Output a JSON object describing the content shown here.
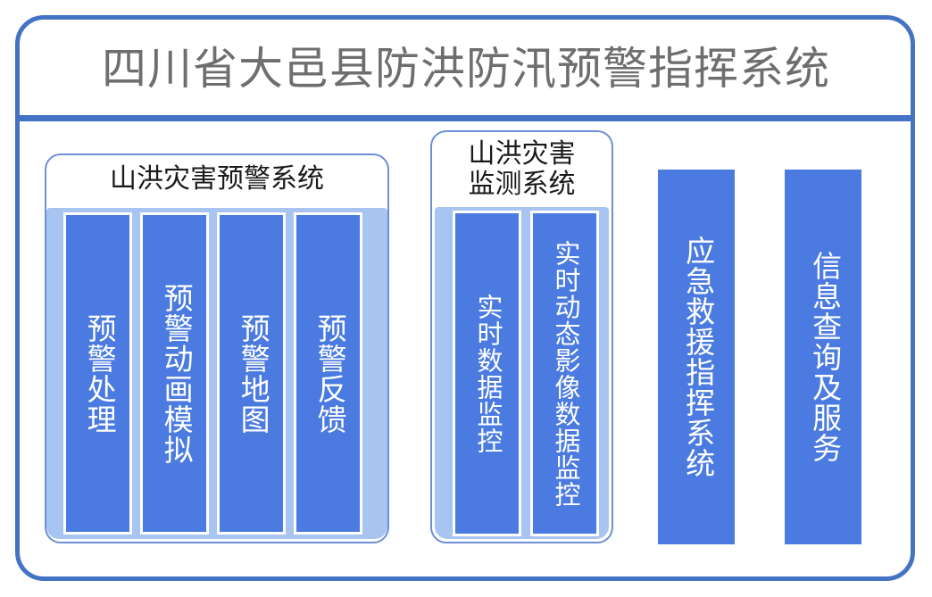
{
  "page": {
    "title": "四川省大邑县防洪防汛预警指挥系统",
    "accent_color": "#4472C4",
    "bar_color": "#4B7BE0",
    "panel_color": "#A8C4F0",
    "title_color": "#6E6E6E"
  },
  "groups": [
    {
      "id": "warning",
      "title": "山洪灾害预警系统",
      "items": [
        {
          "label": "预警处理"
        },
        {
          "label": "预警动画模拟"
        },
        {
          "label": "预警地图"
        },
        {
          "label": "预警反馈"
        }
      ]
    },
    {
      "id": "monitor",
      "title": "山洪灾害\n监测系统",
      "items": [
        {
          "label": "实时数据监控"
        },
        {
          "label": "实时动态影像数据监控"
        }
      ]
    }
  ],
  "standalone": [
    {
      "id": "emergency",
      "label": "应急救援指挥系统"
    },
    {
      "id": "info",
      "label": "信息查询及服务"
    }
  ]
}
